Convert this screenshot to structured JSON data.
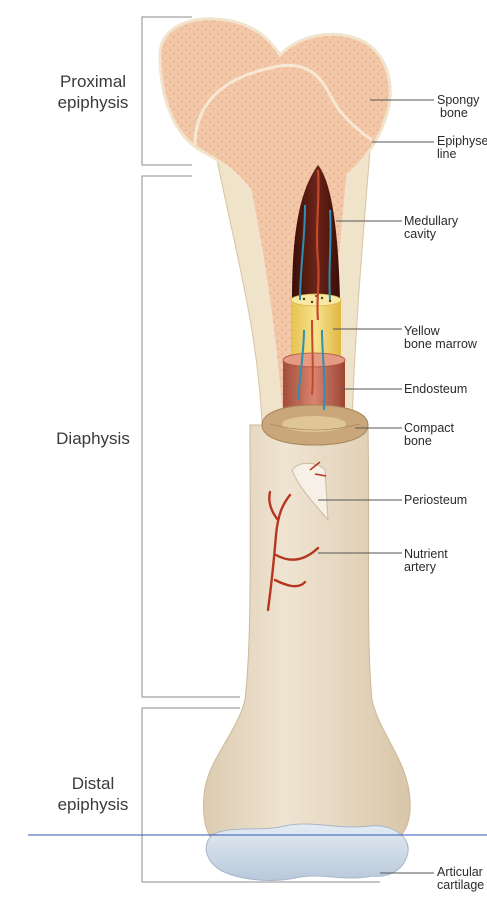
{
  "regions": {
    "proximal": [
      "Proximal",
      "epiphysis"
    ],
    "diaphysis": [
      "Diaphysis"
    ],
    "distal": [
      "Distal",
      "epiphysis"
    ]
  },
  "callouts": {
    "spongy_bone": [
      "Spongy",
      "bone"
    ],
    "epiphyseal_line": [
      "Epiphyseal",
      "line"
    ],
    "medullary_cavity": [
      "Medullary",
      "cavity"
    ],
    "yellow_bone_marrow": [
      "Yellow",
      "bone marrow"
    ],
    "endosteum": [
      "Endosteum"
    ],
    "compact_bone": [
      "Compact",
      "bone"
    ],
    "periosteum": [
      "Periosteum"
    ],
    "nutrient_artery": [
      "Nutrient",
      "artery"
    ],
    "articular_cartilage": [
      "Articular",
      "cartilage"
    ]
  },
  "colors": {
    "spongy": "#f3c8a8",
    "shaft": "#e9dcc6",
    "cavity": "#5a1a10",
    "marrow": "#f2d66a",
    "endosteum": "#c96a55",
    "artery": "#b5371f",
    "vein": "#2f8fb0",
    "cartilage": "#c8d6e4",
    "guide_line": "#2f55b5"
  }
}
